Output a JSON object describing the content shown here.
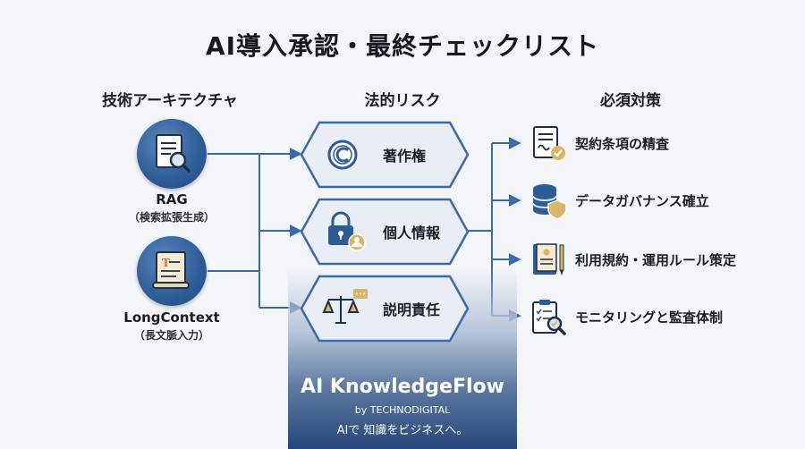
{
  "title": "AI導入承認・最終チェックリスト",
  "columns": {
    "architecture": "技術アーキテクチャ",
    "risk": "法的リスク",
    "measures": "必須対策"
  },
  "architecture": [
    {
      "label": "RAG",
      "sublabel": "（検索拡張生成）",
      "icon": "document-search-icon"
    },
    {
      "label": "LongContext",
      "sublabel": "（長文脈入力）",
      "icon": "scroll-icon"
    }
  ],
  "risks": [
    {
      "label": "著作権",
      "icon": "copyright-icon"
    },
    {
      "label": "個人情報",
      "icon": "lock-person-icon"
    },
    {
      "label": "説明責任",
      "icon": "scales-icon"
    }
  ],
  "measures": [
    {
      "label": "契約条項の精査",
      "icon": "contract-check-icon"
    },
    {
      "label": "データガバナンス確立",
      "icon": "database-shield-icon"
    },
    {
      "label": "利用規約・運用ルール策定",
      "icon": "rulebook-icon"
    },
    {
      "label": "モニタリングと監査体制",
      "icon": "clipboard-search-icon"
    }
  ],
  "brand": {
    "name": "AI KnowledgeFlow",
    "by": "by TECHNODIGITAL",
    "tagline": "AIで 知識をビジネスへ。"
  },
  "colors": {
    "accent": "#2d5c97",
    "connector": "#3a6aa8",
    "risk_fill": "#e9eef6",
    "risk_stroke": "#3a6aa8",
    "gold": "#c9a14a"
  }
}
